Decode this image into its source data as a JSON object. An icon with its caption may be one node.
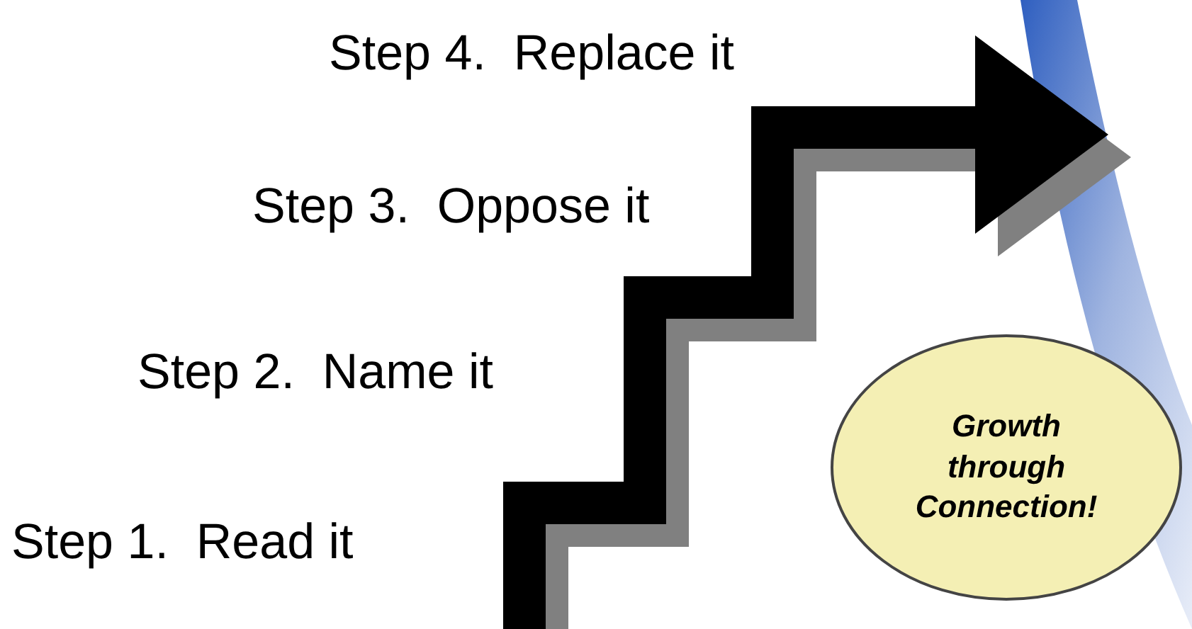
{
  "diagram": {
    "nodes": [
      {
        "text": [
          "Growth through Connection!"
        ]
      }
    ],
    "labels": [
      "Step 4.  Replace it",
      "Step 3.  Oppose it",
      "Step 2.  Name it",
      "Step 1.  Read it"
    ]
  }
}
